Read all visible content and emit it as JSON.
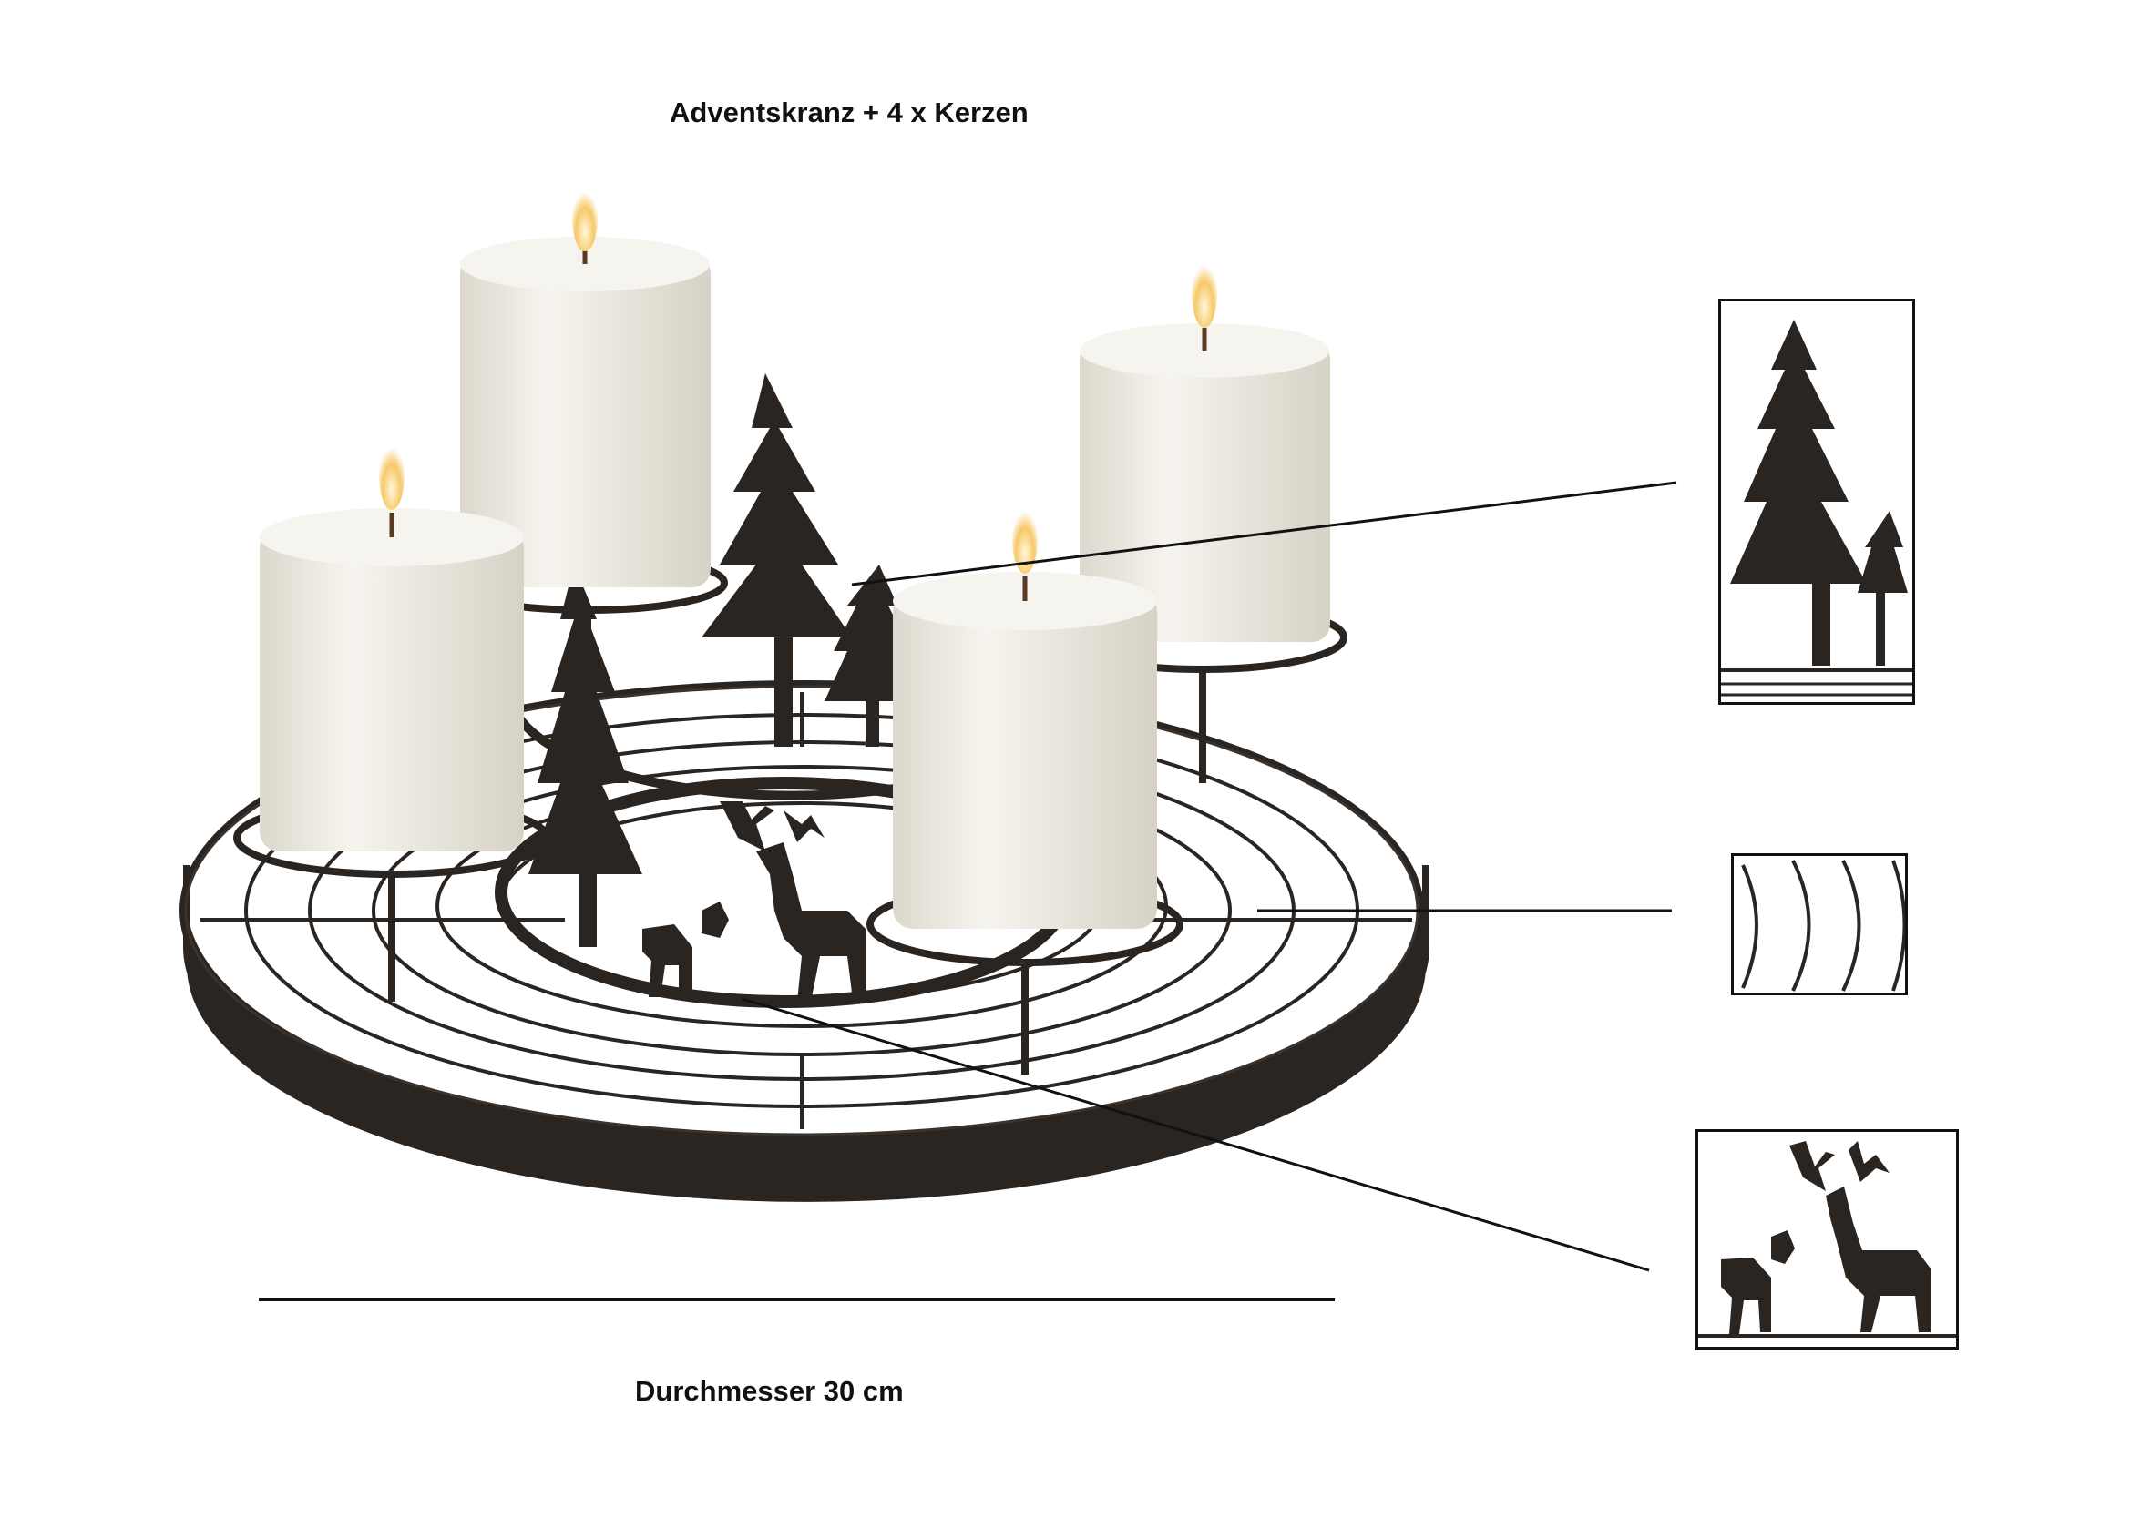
{
  "title": "Adventskranz + 4 x Kerzen",
  "diameter_label": "Durchmesser 30 cm",
  "colors": {
    "metal": "#2b2521",
    "candle": "#f1eee6",
    "flame": "#f7c869",
    "line": "#111111"
  },
  "details": [
    {
      "name": "tree-silhouette-detail"
    },
    {
      "name": "wire-rings-detail"
    },
    {
      "name": "deer-silhouette-detail"
    }
  ]
}
